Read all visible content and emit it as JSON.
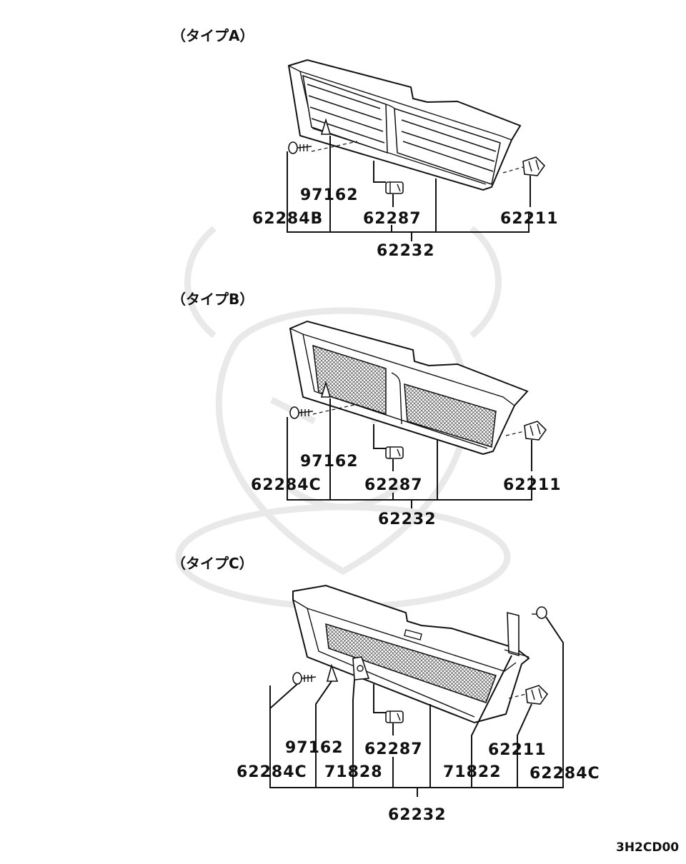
{
  "sections": [
    {
      "title": "（タイプA）",
      "labels": {
        "p97162": "97162",
        "p62284": "62284B",
        "p62287": "62287",
        "p62211": "62211",
        "p62232": "62232"
      }
    },
    {
      "title": "（タイプB）",
      "labels": {
        "p97162": "97162",
        "p62284": "62284C",
        "p62287": "62287",
        "p62211": "62211",
        "p62232": "62232"
      }
    },
    {
      "title": "（タイプC）",
      "labels": {
        "p97162": "97162",
        "p62287": "62287",
        "p62211": "62211",
        "p62284_left": "62284C",
        "p71828": "71828",
        "p71822": "71822",
        "p62284_right": "62284C",
        "p62232": "62232"
      }
    }
  ],
  "diagram_code": "3H2CD00"
}
